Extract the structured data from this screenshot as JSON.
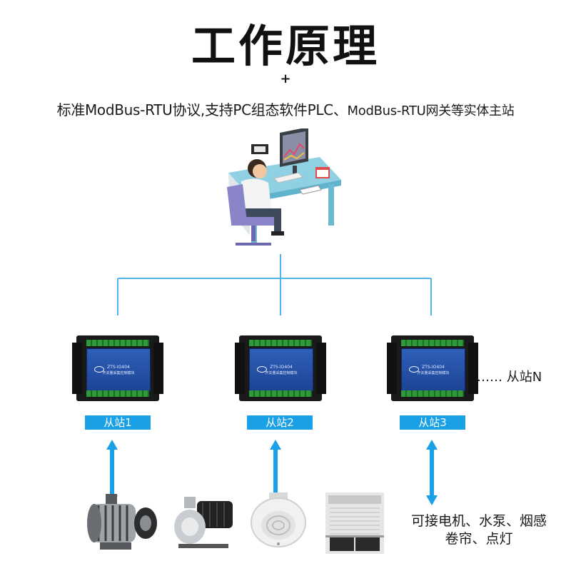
{
  "header": {
    "title": "工作原理",
    "plus": "+",
    "subtitle_main": "标准ModBus-RTU协议,支持PC组态软件PLC、",
    "subtitle_small": "ModBus-RTU网关等实体主站"
  },
  "modules": {
    "model": "ZTS-IO404",
    "name": "开关量采集控制模块"
  },
  "stations": [
    {
      "label": "从站1"
    },
    {
      "label": "从站2"
    },
    {
      "label": "从站3"
    }
  ],
  "station_more": "…… 从站N",
  "devices_text": {
    "line1": "可接电机、水泵、烟感",
    "line2": "卷帘、点灯"
  },
  "colors": {
    "accent": "#1aa0e6",
    "wire": "#4fb4e8",
    "module_face": "#2f5fb8"
  },
  "icons": [
    "workstation-illustration",
    "motor-icon",
    "water-pump-icon",
    "smoke-detector-icon",
    "roller-shutter-icon"
  ]
}
